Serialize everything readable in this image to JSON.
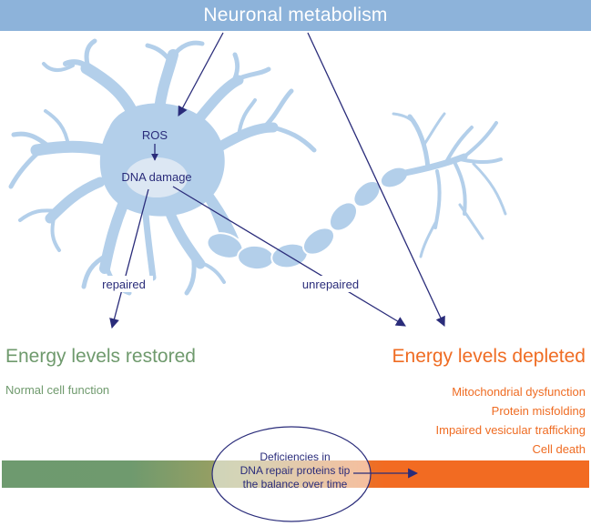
{
  "header": {
    "title": "Neuronal metabolism"
  },
  "neuron": {
    "ros_label": "ROS",
    "dna_damage_label": "DNA damage",
    "repaired_label": "repaired",
    "unrepaired_label": "unrepaired"
  },
  "outcomes": {
    "left": {
      "title": "Energy levels restored",
      "subtitle": "Normal cell function"
    },
    "right": {
      "title": "Energy levels depleted",
      "effects": [
        "Mitochondrial dysfunction",
        "Protein misfolding",
        "Impaired vesicular trafficking",
        "Cell death"
      ]
    }
  },
  "balance": {
    "lines": [
      "Deficiencies in",
      "DNA repair proteins tip",
      "the balance over time"
    ]
  },
  "colors": {
    "neuron": "#b3cfea",
    "header": "#8db3da",
    "arrow": "#2a2c7a",
    "restored": "#6f9a6d",
    "depleted": "#ef6c23"
  }
}
